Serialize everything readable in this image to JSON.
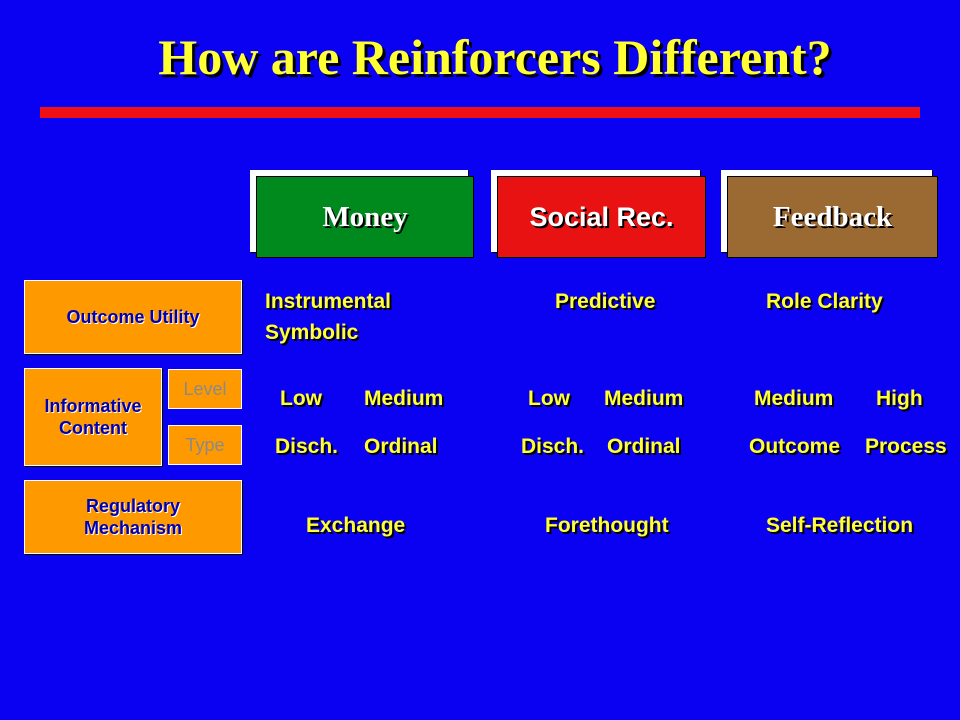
{
  "title": "How are Reinforcers Different?",
  "columns": {
    "money": "Money",
    "social": "Social Rec.",
    "feedback": "Feedback"
  },
  "rows": {
    "outcome_utility": "Outcome Utility",
    "informative_content_1": "Informative",
    "informative_content_2": "Content",
    "level": "Level",
    "type": "Type",
    "regulatory_mechanism_1": "Regulatory",
    "regulatory_mechanism_2": "Mechanism"
  },
  "cells": {
    "money": {
      "utility_1": "Instrumental",
      "utility_2": "Symbolic",
      "level_a": "Low",
      "level_b": "Medium",
      "type_a": "Disch.",
      "type_b": "Ordinal",
      "mechanism": "Exchange"
    },
    "social": {
      "utility_1": "Predictive",
      "level_a": "Low",
      "level_b": "Medium",
      "type_a": "Disch.",
      "type_b": "Ordinal",
      "mechanism": "Forethought"
    },
    "feedback": {
      "utility_1": "Role Clarity",
      "level_a": "Medium",
      "level_b": "High",
      "type_a": "Outcome",
      "type_b": "Process",
      "mechanism": "Self-Reflection"
    }
  }
}
